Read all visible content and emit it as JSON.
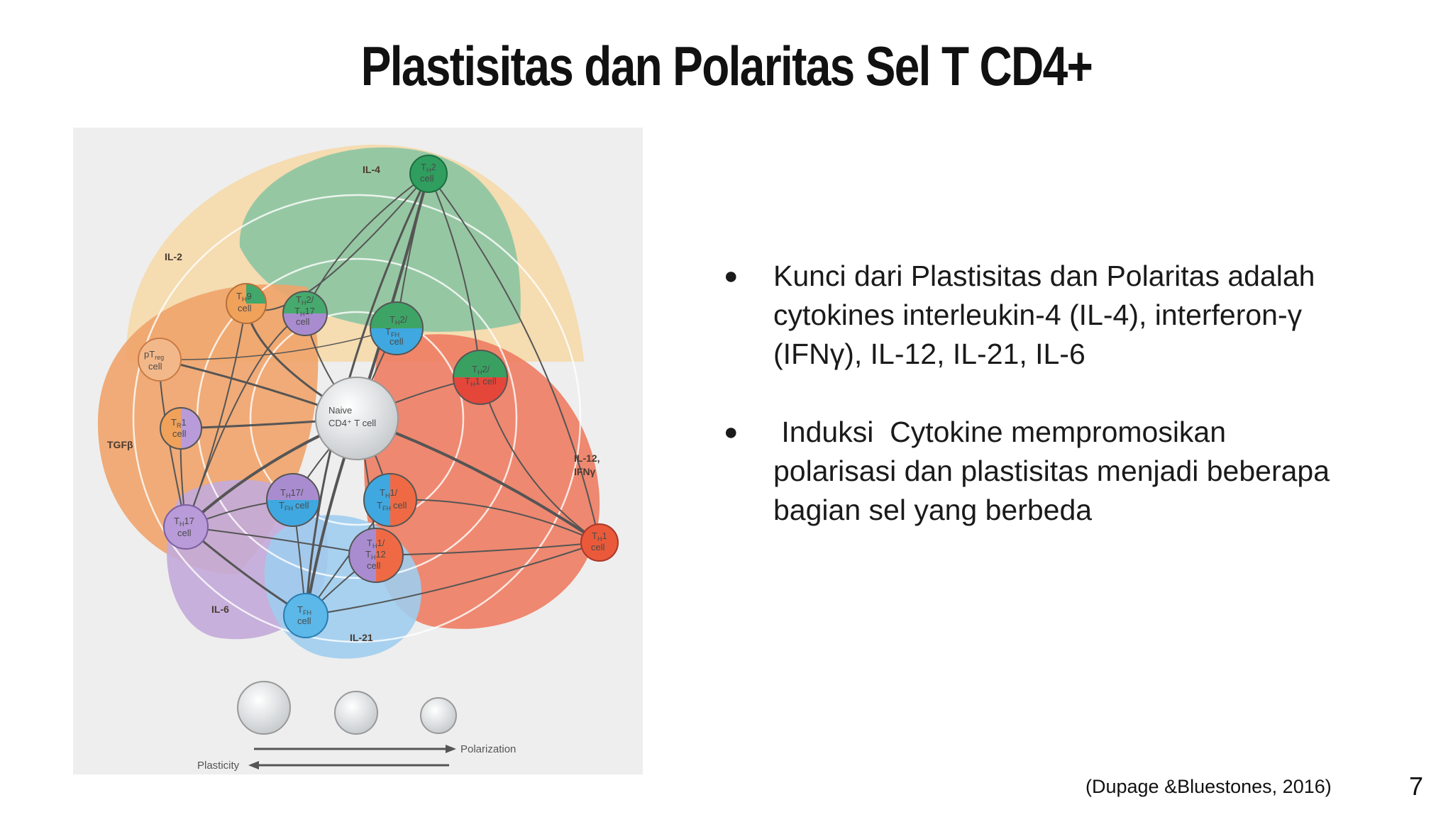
{
  "title": "Plastisitas dan Polaritas  Sel T CD4+",
  "bullets": [
    "Kunci dari Plastisitas dan Polaritas adalah cytokines interleukin-4 (IL-4), interferon-γ (IFNγ), IL-12, IL-21, IL-6",
    " Induksi  Cytokine mempromosikan polarisasi dan plastisitas menjadi beberapa bagian sel yang berbeda"
  ],
  "bullet_marker": "●",
  "citation": "(Dupage &Bluestones, 2016)",
  "page_number": "7",
  "figure": {
    "cytokines": {
      "il4": "IL-4",
      "il2": "IL-2",
      "tgfb": "TGFβ",
      "il12": "IL-12,",
      "ifng": "IFNγ",
      "il6": "IL-6",
      "il21": "IL-21"
    },
    "cells": {
      "th2": [
        "T",
        "H",
        "2",
        "cell"
      ],
      "th9": [
        "T",
        "H",
        "9",
        "cell"
      ],
      "th2_th17": [
        "T",
        "H",
        "2/",
        "T",
        "H",
        "17",
        "cell"
      ],
      "th2_tfh": [
        "T",
        "H",
        "2/",
        "T",
        "FH",
        "cell"
      ],
      "ptreg": [
        "pT",
        "reg",
        "cell"
      ],
      "th2_th1": [
        "T",
        "H",
        "2/",
        "T",
        "H",
        "1 cell"
      ],
      "tr1": [
        "T",
        "R",
        "1",
        "cell"
      ],
      "naive": [
        "Naive",
        "CD4⁺ T cell"
      ],
      "th17_tfh": [
        "T",
        "H",
        "17/",
        "T",
        "FH",
        "cell"
      ],
      "th1_tfh": [
        "T",
        "H",
        "1/",
        "T",
        "FH",
        "cell"
      ],
      "th17": [
        "T",
        "H",
        "17",
        "cell"
      ],
      "th1_th12": [
        "T",
        "H",
        "1/",
        "T",
        "H",
        "12",
        "cell"
      ],
      "th1": [
        "T",
        "H",
        "1",
        "cell"
      ],
      "tfh": [
        "T",
        "FH",
        "cell"
      ]
    },
    "legend": {
      "polarization": "Polarization",
      "plasticity": "Plasticity"
    },
    "colors": {
      "il2_yellow": "#f6d8a6",
      "il4_green": "#8cc4a2",
      "tgfb_orange": "#f0a36a",
      "il12_red": "#ee7a5e",
      "il6_purple": "#c3aad9",
      "il21_blue": "#9fcdee"
    }
  }
}
